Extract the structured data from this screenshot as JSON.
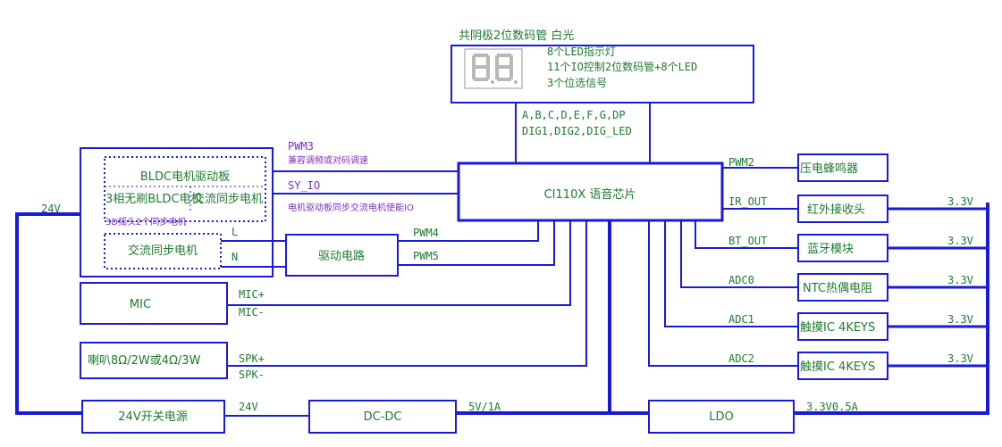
{
  "display": {
    "title": "共阴极2位数码管  白光",
    "line1": "8个LED指示灯",
    "line2": "11个IO控制2位数码管+8个LED",
    "line3": "3个位选信号",
    "segs_label": "A,B,C,D,E,F,G,DP",
    "digs_label": "DIG1,DIG2,DIG_LED"
  },
  "chip": {
    "label": "CI110X 语音芯片"
  },
  "bldc": {
    "title": "BLDC电机驱动板",
    "left": "3相无刷BLDC电机",
    "right": "交流同步电机",
    "note": "3D摇头2个同步电机",
    "ac_motor": "交流同步电机",
    "pin_l": "L",
    "pin_n": "N"
  },
  "signals": {
    "pwm3": "PWM3",
    "pwm3_note": "兼容调频或对码调速",
    "sy_io": "SY_IO",
    "sy_io_note": "电机驱动板同步交流电机使能IO",
    "pwm4": "PWM4",
    "pwm5": "PWM5",
    "mic_p": "MIC+",
    "mic_n": "MIC-",
    "spk_p": "SPK+",
    "spk_n": "SPK-",
    "v24_in": "24V",
    "v24_rail": "24V",
    "v5": "5V/1A",
    "v33_ldo": "3.3V0.5A",
    "pwm2": "PWM2",
    "ir_out": "IR_OUT",
    "bt_out": "BT_OUT",
    "adc0": "ADC0",
    "adc1": "ADC1",
    "adc2": "ADC2",
    "v33": "3.3V"
  },
  "blocks": {
    "drive": "驱动电路",
    "mic": "MIC",
    "speaker": "喇叭8Ω/2W或4Ω/3W",
    "psu": "24V开关电源",
    "dcdc": "DC-DC",
    "ldo": "LDO",
    "buzzer": "压电蜂鸣器",
    "ir": "红外接收头",
    "bt": "蓝牙模块",
    "ntc": "NTC热偶电阻",
    "touch1": "触摸IC 4KEYS",
    "touch2": "触摸IC 4KEYS"
  },
  "colors": {
    "line": "#1a1adb",
    "text_green": "#1e7a2e",
    "text_purple": "#7a2fbf",
    "seg": "#b8b8b8"
  }
}
